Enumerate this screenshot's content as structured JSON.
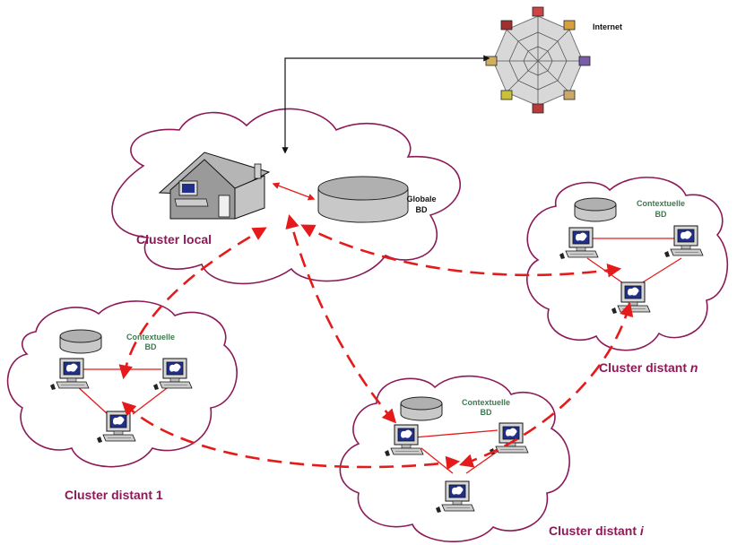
{
  "internet": {
    "label": "Internet"
  },
  "local_cluster": {
    "label": "Cluster local",
    "db_label_line1": "Globale",
    "db_label_line2": "BD"
  },
  "remote_clusters": [
    {
      "id": "1",
      "label_prefix": "Cluster distant ",
      "label_suffix": "1",
      "suffix_italic": false,
      "db_label_line1": "Contextuelle",
      "db_label_line2": "BD"
    },
    {
      "id": "i",
      "label_prefix": "Cluster distant ",
      "label_suffix": "i",
      "suffix_italic": true,
      "db_label_line1": "Contextuelle",
      "db_label_line2": "BD"
    },
    {
      "id": "n",
      "label_prefix": "Cluster distant ",
      "label_suffix": "n",
      "suffix_italic": true,
      "db_label_line1": "Contextuelle",
      "db_label_line2": "BD"
    }
  ],
  "colors": {
    "cluster_outline": "#8b1a57",
    "cluster_label": "#8b1a57",
    "link": "#e51b1b",
    "contextual_db_label": "#3e7a4e",
    "house_roof": "#b5b5b5",
    "database": "#c8c8c8"
  }
}
